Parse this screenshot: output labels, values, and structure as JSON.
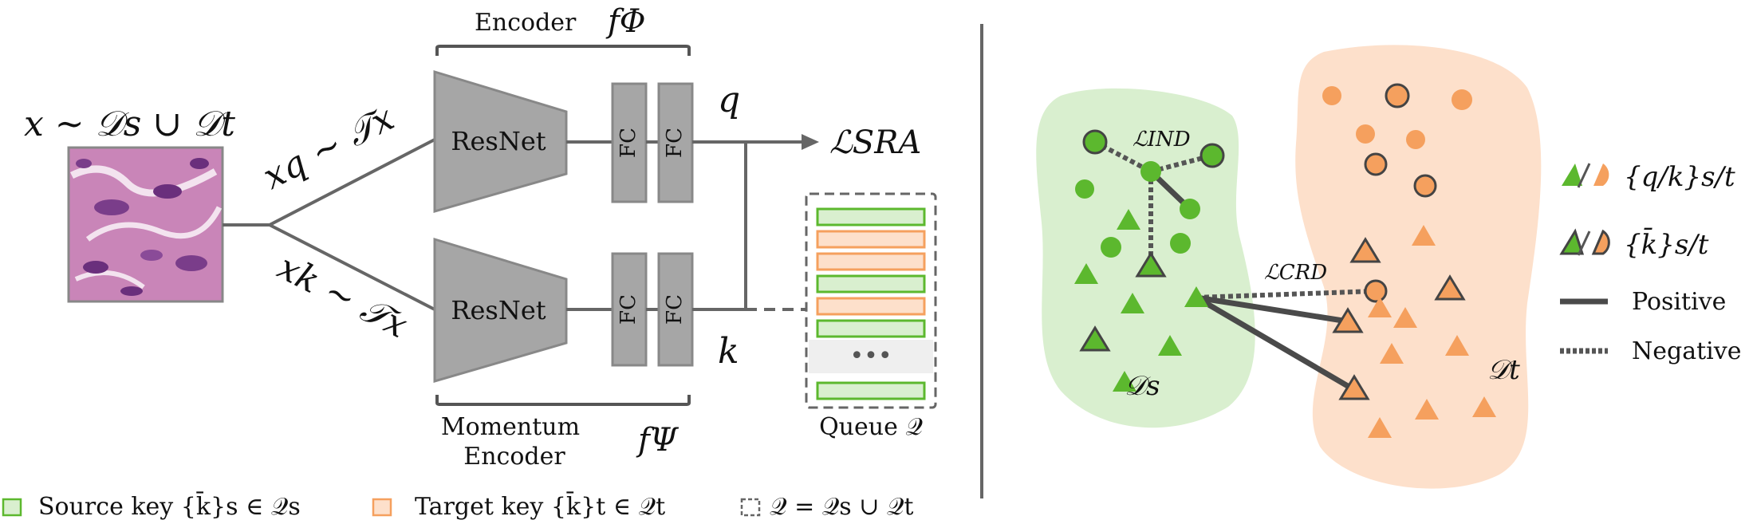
{
  "input": {
    "label": "x ~ 𝒟s ∪ 𝒟t"
  },
  "branches": {
    "query_label": "xq ~ 𝒯x",
    "key_label": "xk ~ 𝒯x"
  },
  "encoder": {
    "title": "Encoder",
    "symbol": "fΦ",
    "backbone": "ResNet",
    "fc": "FC"
  },
  "momentum_encoder": {
    "title_line1": "Momentum",
    "title_line2": "Encoder",
    "symbol": "fΨ",
    "backbone": "ResNet",
    "fc": "FC"
  },
  "outputs": {
    "q": "q",
    "k": "k",
    "loss_sra": "ℒSRA"
  },
  "queue": {
    "label": "Queue 𝒬",
    "slots": [
      "source",
      "target",
      "target",
      "source",
      "target",
      "source",
      "dots",
      "source"
    ],
    "ellipsis": "•••"
  },
  "legend_bottom": {
    "source_key": "Source key {k̄}s ∈ 𝒬s",
    "target_key": "Target key {k̄}t ∈ 𝒬t",
    "queue_union": "𝒬 = 𝒬s ∪ 𝒬t"
  },
  "embedding": {
    "loss_ind": "ℒIND",
    "loss_crd": "ℒCRD",
    "domain_source": "𝒟s",
    "domain_target": "𝒟t"
  },
  "legend_right": {
    "query_keys": "{q/k}s/t",
    "bank_keys": "{k̄}s/t",
    "positive": "Positive",
    "negative": "Negative"
  },
  "colors": {
    "source_fill": "#5cb82e",
    "source_region": "#d9efcf",
    "target_fill": "#f5a05e",
    "target_region": "#fde0cb",
    "box_gray": "#a6a6a6",
    "line_gray": "#555555",
    "outline": "#444444"
  }
}
